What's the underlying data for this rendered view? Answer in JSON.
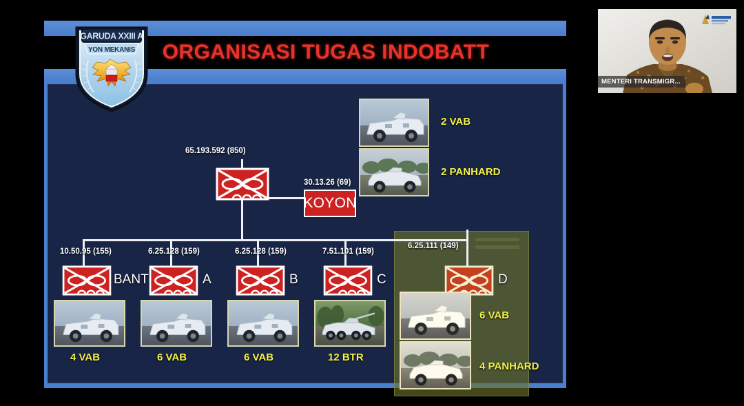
{
  "slide": {
    "title": "ORGANISASI TUGAS INDOBATT",
    "badge": {
      "top_text": "GARUDA XXIII A",
      "sub_text": "YON MEKANIS",
      "emblem": "garuda-eagle-icon"
    },
    "colors": {
      "frame_blue": "#4a7ece",
      "body_navy": "#182547",
      "title_red": "#e8322a",
      "unit_red": "#cc2222",
      "caption_yellow": "#f2f24a",
      "highlight_olive": "#6c7228"
    }
  },
  "chart_data": {
    "type": "diagram",
    "title": "ORGANISASI TUGAS INDOBATT",
    "root": {
      "code": "65.193.592  (850)",
      "symbol": "mechanized-infantry-unit-icon",
      "label": ""
    },
    "staff": {
      "code": "30.13.26 (69)",
      "label": "KOYON"
    },
    "children": [
      {
        "code": "10.50.95 (155)",
        "label": "BANT",
        "vehicle": "4 VAB",
        "vehicle_type": "vab",
        "highlight": false
      },
      {
        "code": "6.25.128 (159)",
        "label": "A",
        "vehicle": "6 VAB",
        "vehicle_type": "vab",
        "highlight": false
      },
      {
        "code": "6.25.128 (159)",
        "label": "B",
        "vehicle": "6 VAB",
        "vehicle_type": "vab",
        "highlight": false
      },
      {
        "code": "7.51.101  (159)",
        "label": "C",
        "vehicle": "12 BTR",
        "vehicle_type": "btr",
        "highlight": false
      },
      {
        "code": "6.25.111 (149)",
        "label": "D",
        "vehicle": "6 VAB",
        "vehicle_type": "vab",
        "highlight": true
      }
    ],
    "d_extra_vehicle": "4 PANHARD",
    "hq_vehicles": [
      {
        "caption": "2 VAB",
        "vehicle_type": "vab"
      },
      {
        "caption": "2 PANHARD",
        "vehicle_type": "panhard"
      }
    ]
  },
  "video": {
    "name_tag": "MENTERI TRANSMIGR...",
    "logo": "ministry-logo-icon"
  }
}
